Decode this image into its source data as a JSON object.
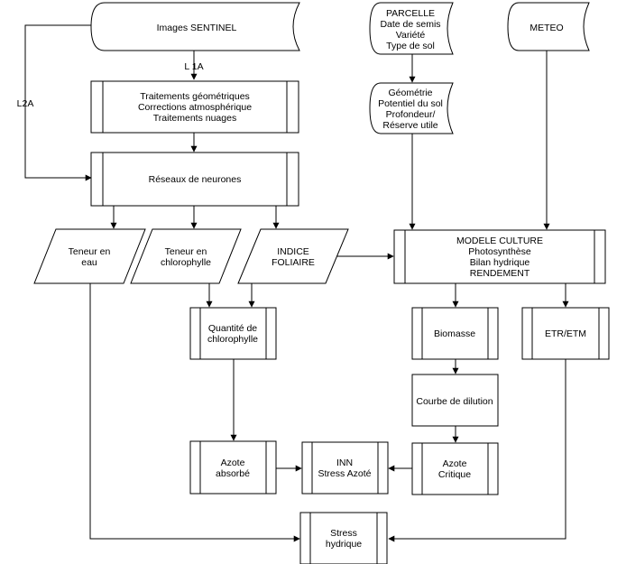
{
  "nodes": {
    "sentinel": {
      "lines": [
        "Images SENTINEL"
      ]
    },
    "parcelle": {
      "lines": [
        "PARCELLE",
        "Date de semis",
        "Variété",
        "Type de sol"
      ]
    },
    "meteo": {
      "lines": [
        "METEO"
      ]
    },
    "traitements": {
      "lines": [
        "Traitements géométriques",
        "Corrections atmosphérique",
        "Traitements nuages"
      ]
    },
    "sol": {
      "lines": [
        "Géométrie",
        "Potentiel du sol",
        "Profondeur/",
        "Réserve utile"
      ]
    },
    "reseaux": {
      "lines": [
        "Réseaux de neurones"
      ]
    },
    "eau": {
      "lines": [
        "Teneur en",
        "eau"
      ]
    },
    "chloro": {
      "lines": [
        "Teneur en",
        "chlorophylle"
      ]
    },
    "indice": {
      "lines": [
        "INDICE",
        "FOLIAIRE"
      ]
    },
    "modele": {
      "lines": [
        "MODELE CULTURE",
        "Photosynthèse",
        "Bilan hydrique",
        "RENDEMENT"
      ]
    },
    "quantite": {
      "lines": [
        "Quantité de",
        "chlorophylle"
      ]
    },
    "biomasse": {
      "lines": [
        "Biomasse"
      ]
    },
    "etr": {
      "lines": [
        "ETR/ETM"
      ]
    },
    "courbe": {
      "lines": [
        "Courbe de dilution"
      ]
    },
    "azote_abs": {
      "lines": [
        "Azote",
        "absorbé"
      ]
    },
    "inn": {
      "lines": [
        "INN",
        "Stress Azoté"
      ]
    },
    "azote_crit": {
      "lines": [
        "Azote",
        "Critique"
      ]
    },
    "stress_hyd": {
      "lines": [
        "Stress",
        "hydrique"
      ]
    }
  },
  "labels": {
    "l1a": "L 1A",
    "l2a": "L2A"
  }
}
